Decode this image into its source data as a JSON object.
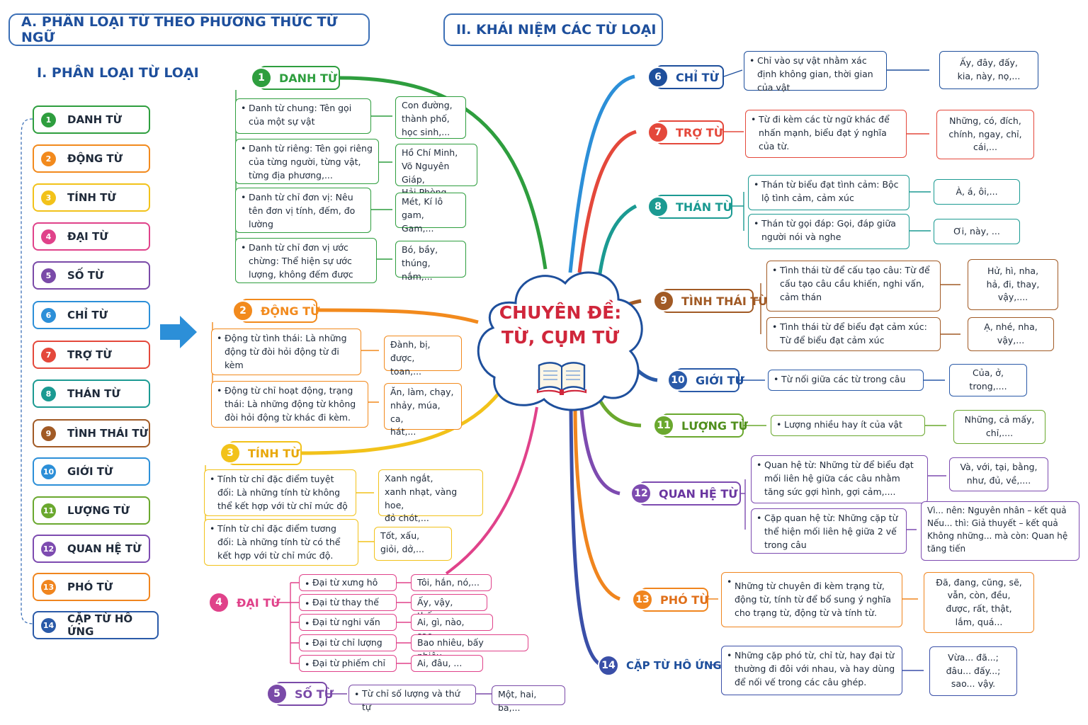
{
  "headers": {
    "a": "A. PHÂN LOẠI TỪ THEO PHƯƠNG THỨC TỪ NGỮ",
    "b": "II. KHÁI NIỆM CÁC TỪ LOẠI",
    "i": "I. PHÂN LOẠI TỪ LOẠI"
  },
  "center": {
    "line1": "CHUYÊN ĐỀ:",
    "line2": "TỪ, CỤM TỪ"
  },
  "colors": {
    "blue": "#1e4f9c",
    "red": "#d0263b",
    "green": "#2e9e3e",
    "orange": "#f28a1d",
    "yellow": "#f2c21a",
    "pink": "#e0428a",
    "purple": "#7a4aa8",
    "sky": "#2c8fd8",
    "coral": "#e4483b",
    "teal": "#1b9a92",
    "brown": "#a15a25",
    "navy": "#2a5aa8",
    "lime": "#6aa82e",
    "violet": "#7d4bb0",
    "orange2": "#f0851e",
    "indigo": "#3a4fa8"
  },
  "categories": [
    {
      "n": "1",
      "label": "DANH TỪ",
      "color": "#2e9e3e"
    },
    {
      "n": "2",
      "label": "ĐỘNG TỪ",
      "color": "#f28a1d"
    },
    {
      "n": "3",
      "label": "TÍNH TỪ",
      "color": "#f2c21a"
    },
    {
      "n": "4",
      "label": "ĐẠI TỪ",
      "color": "#e0428a"
    },
    {
      "n": "5",
      "label": "SỐ TỪ",
      "color": "#7a4aa8"
    },
    {
      "n": "6",
      "label": "CHỈ TỪ",
      "color": "#2c8fd8"
    },
    {
      "n": "7",
      "label": "TRỢ TỪ",
      "color": "#e4483b"
    },
    {
      "n": "8",
      "label": "THÁN TỪ",
      "color": "#1b9a92"
    },
    {
      "n": "9",
      "label": "TÌNH THÁI TỪ",
      "color": "#a15a25"
    },
    {
      "n": "10",
      "label": "GIỚI TỪ",
      "color": "#2c8fd8"
    },
    {
      "n": "11",
      "label": "LƯỢNG TỪ",
      "color": "#6aa82e"
    },
    {
      "n": "12",
      "label": "QUAN HỆ TỪ",
      "color": "#7d4bb0"
    },
    {
      "n": "13",
      "label": "PHÓ TỪ",
      "color": "#f0851e"
    },
    {
      "n": "14",
      "label": "CẶP TỪ HÔ ỨNG",
      "color": "#2a5aa8"
    }
  ],
  "danh_tu": {
    "n": "1",
    "title": "DANH TỪ",
    "items": [
      {
        "text": "Danh từ chung: Tên gọi của một sự vật",
        "ex": "Con đường,\nthành phố,\nhọc sinh,..."
      },
      {
        "text": "Danh từ riêng: Tên gọi riêng của từng người, từng vật, từng địa phương,...",
        "ex": "Hồ Chí Minh,\nVõ Nguyên Giáp,\nHải Phòng"
      },
      {
        "text": "Danh từ chỉ đơn vị: Nêu tên đơn vị tính, đếm, đo lường",
        "ex": "Mét, Kí lô gam,\nGam,..."
      },
      {
        "text": "Danh từ chỉ đơn vị ước chừng: Thể hiện sự ước lượng, không đếm được",
        "ex": "Bó, bầy, thúng,\nnắm,..."
      }
    ]
  },
  "dong_tu": {
    "n": "2",
    "title": "ĐỘNG TỪ",
    "items": [
      {
        "text": "Động từ tình thái: Là những động từ đòi hỏi động từ đi kèm",
        "ex": "Đành, bị, được,\ntoan,..."
      },
      {
        "text": "Động từ chỉ hoạt động, trạng thái: Là những động từ không đòi hỏi động từ khác đi kèm.",
        "ex": "Ăn, làm, chạy,\nnhảy, múa, ca,\nhát,..."
      }
    ]
  },
  "tinh_tu": {
    "n": "3",
    "title": "TÍNH TỪ",
    "items": [
      {
        "text": "Tính từ chỉ đặc điểm tuyệt đối: Là những tính từ không thể kết hợp với từ chỉ mức độ",
        "ex": "Xanh ngắt,\nxanh nhạt, vàng hoe,\nđỏ chót,..."
      },
      {
        "text": "Tính từ chỉ đặc điểm tương đối: Là những tính từ có thể kết hợp với từ chỉ mức độ.",
        "ex": "Tốt, xấu,\ngiỏi, dở,..."
      }
    ]
  },
  "dai_tu": {
    "n": "4",
    "title": "ĐẠI TỪ",
    "items": [
      {
        "text": "Đại từ xưng hô",
        "ex": "Tôi, hắn, nó,..."
      },
      {
        "text": "Đại từ thay thế",
        "ex": "Ấy, vậy, thế,..."
      },
      {
        "text": "Đại từ nghi vấn",
        "ex": "Ai, gì, nào, sao,..."
      },
      {
        "text": "Đại từ chỉ lượng",
        "ex": "Bao nhiêu, bấy nhiêu,..."
      },
      {
        "text": "Đại từ phiếm chỉ",
        "ex": "Ai, đâu, ..."
      }
    ]
  },
  "so_tu": {
    "n": "5",
    "title": "SỐ TỪ",
    "text": "Từ chỉ số lượng và thứ tự",
    "ex": "Một, hai, ba,..."
  },
  "chi_tu": {
    "n": "6",
    "title": "CHỈ TỪ",
    "text": "Chỉ vào sự vật nhằm xác định không gian, thời gian của vật",
    "ex": "Ấy, đây, đấy,\nkia, này, nọ,..."
  },
  "tro_tu": {
    "n": "7",
    "title": "TRỢ TỪ",
    "text": "Từ đi kèm các từ ngữ khác để nhấn mạnh, biểu đạt ý nghĩa của từ.",
    "ex": "Những, có, đích,\nchính, ngay, chỉ,\ncái,..."
  },
  "than_tu": {
    "n": "8",
    "title": "THÁN TỪ",
    "items": [
      {
        "text": "Thán từ biểu đạt tình cảm: Bộc lộ tình cảm, cảm xúc",
        "ex": "À, á, ôi,..."
      },
      {
        "text": "Thán từ gọi đáp: Gọi, đáp giữa người nói và nghe",
        "ex": "Ơi, này, ..."
      }
    ]
  },
  "tinh_thai_tu": {
    "n": "9",
    "title": "TÌNH THÁI TỪ",
    "items": [
      {
        "text": "Tình thái từ để cấu tạo câu: Từ để cấu tạo câu cầu khiến, nghi vấn, cảm thán",
        "ex": "Hử, hì, nha,\nhả, đi, thay,\nvậy,...."
      },
      {
        "text": "Tình thái từ để biểu đạt cảm xúc: Từ để biểu đạt cảm xúc",
        "ex": "Ạ, nhé, nha,\nvậy,..."
      }
    ]
  },
  "gioi_tu": {
    "n": "10",
    "title": "GIỚI TỪ",
    "text": "Từ nối giữa các từ trong câu",
    "ex": "Của, ở,\ntrong,...."
  },
  "luong_tu": {
    "n": "11",
    "title": "LƯỢNG TỪ",
    "text": "Lượng nhiều hay ít của vật",
    "ex": "Những, cả mấy,\nchỉ,...."
  },
  "quan_he_tu": {
    "n": "12",
    "title": "QUAN HỆ TỪ",
    "items": [
      {
        "text": "Quan hệ từ: Những từ để biểu đạt mối liên hệ giữa các câu nhằm tăng sức gợi hình, gợi cảm,....",
        "ex": "Và, với, tại, bằng,\nnhư, đủ, về,...."
      },
      {
        "text": "Cặp quan hệ từ: Những cặp từ thể hiện mối liên hệ giữa 2 vế trong câu",
        "ex": "Vì... nên: Nguyên nhân – kết quả\nNếu... thì: Giả thuyết – kết quả\nKhông những... mà còn: Quan hệ tăng tiến"
      }
    ]
  },
  "pho_tu": {
    "n": "13",
    "title": "PHÓ TỪ",
    "text": "Những từ chuyên đi kèm trạng từ, động từ, tính từ để bổ sung ý nghĩa cho trạng từ, động từ và tính từ.",
    "ex": "Đã, đang, cũng, sẽ,\nvẫn, còn, đều,\nđược, rất, thật,\nlắm, quá..."
  },
  "cap_tu_ho_ung": {
    "n": "14",
    "title": "CẶP TỪ HÔ ỨNG",
    "text": "Những cặp phó từ, chỉ từ, hay đại từ thường đi đôi với nhau, và hay dùng để nối vế trong các câu ghép.",
    "ex": "Vừa... đã...;\nđâu... đấy...;\nsao... vậy."
  }
}
